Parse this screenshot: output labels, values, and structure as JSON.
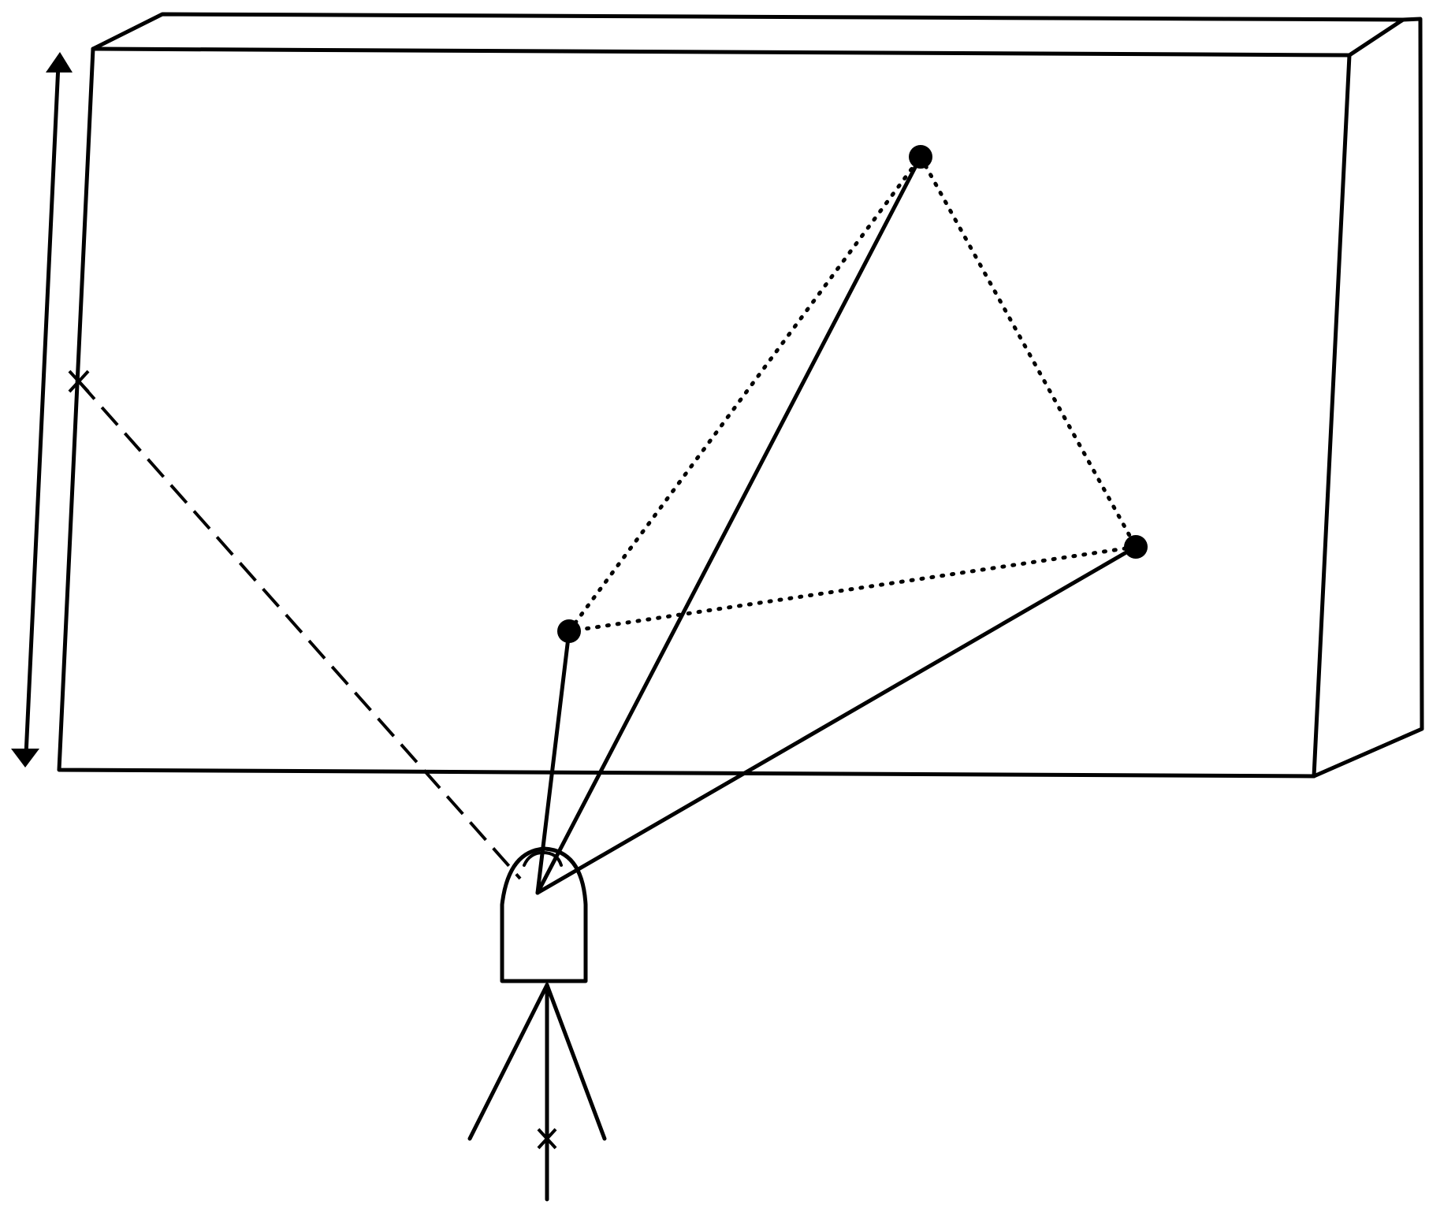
{
  "colors": {
    "ink": "#000000",
    "background": "#ffffff"
  },
  "diagram": {
    "subjects": [
      "wall-block",
      "height-dimension-arrow",
      "total-station-on-tripod",
      "three-target-points",
      "reference-point-on-wall-edge",
      "ground-station-mark"
    ],
    "line_styles": {
      "sight_lines": "solid",
      "target_polygon": "dotted",
      "reference_sight_line": "dashed"
    },
    "marker_styles": {
      "targets": "filled-dot",
      "reference_points": "cross"
    }
  }
}
